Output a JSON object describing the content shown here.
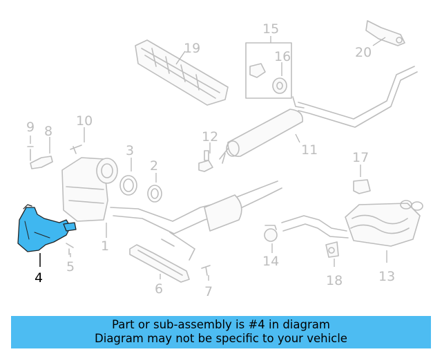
{
  "callouts": {
    "c1": "1",
    "c2": "2",
    "c3": "3",
    "c4": "4",
    "c5": "5",
    "c6": "6",
    "c7": "7",
    "c8": "8",
    "c9": "9",
    "c10": "10",
    "c11": "11",
    "c12": "12",
    "c13": "13",
    "c14": "14",
    "c15": "15",
    "c16": "16",
    "c17": "17",
    "c18": "18",
    "c19": "19",
    "c20": "20"
  },
  "highlight_color": "#3fb7f0",
  "banner": {
    "line1": "Part or sub-assembly is #4 in diagram",
    "line2": "Diagram may not be specific to your vehicle",
    "color": "#4dbcf2"
  }
}
